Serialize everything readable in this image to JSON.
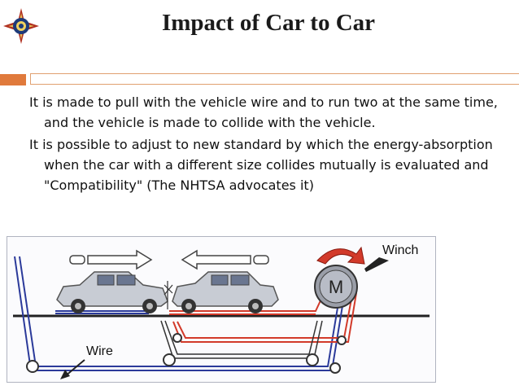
{
  "slide": {
    "title": "Impact of Car to Car",
    "bullets": [
      "It is made to pull with the vehicle wire and to run two at the same time, and the vehicle is made to collide with the vehicle.",
      "It is possible to adjust to new standard by which the energy-absorption when the car with a different size collides mutually is evaluated and \"Compatibility\" (The NHTSA advocates it)"
    ]
  },
  "diagram": {
    "winch_label": "Winch",
    "motor_label": "M",
    "wire_label": "Wire"
  },
  "colors": {
    "accent": "#e07a3c",
    "wire_blue": "#2b3a9a",
    "wire_red": "#d23a2a",
    "car_body": "#c8ccd4"
  }
}
